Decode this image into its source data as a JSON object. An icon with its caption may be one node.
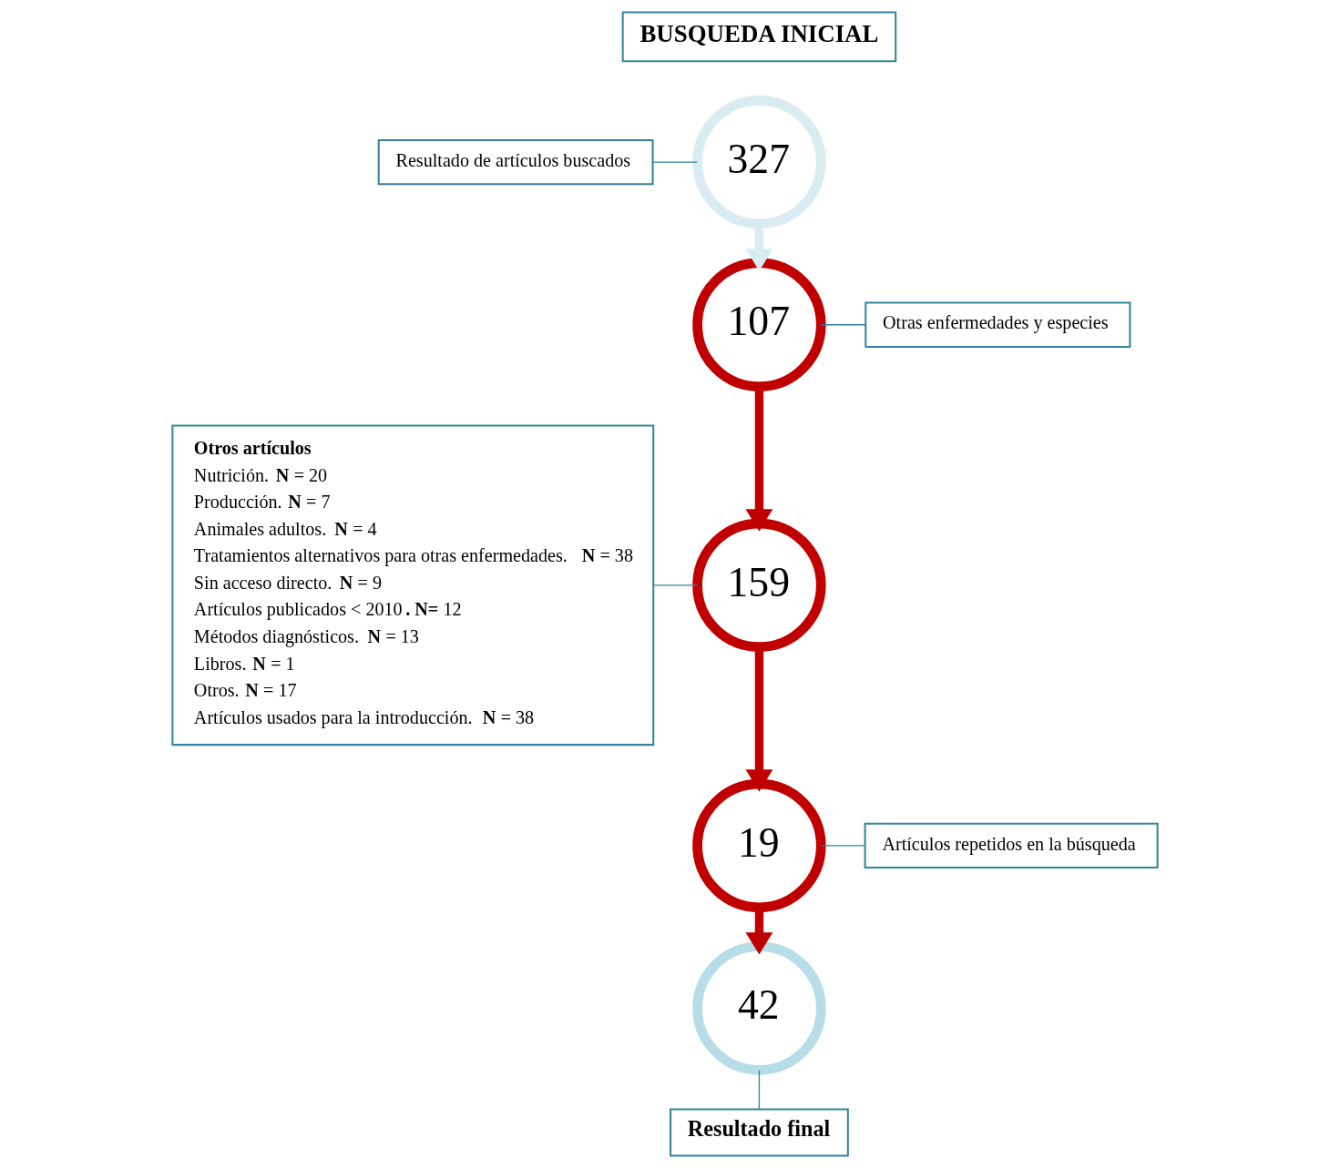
{
  "diagram": {
    "nodes": [
      {
        "text": [
          "BUSQUEDA INICIAL"
        ]
      },
      {
        "text": [
          "Resultado de artículos buscados"
        ]
      },
      {
        "text": [
          "327"
        ]
      },
      {
        "text": [
          "107"
        ]
      },
      {
        "text": [
          "Otras enfermedades y especies"
        ]
      },
      {
        "text": [
          "Otros artículos",
          "Nutrición. **N** = 20",
          "Producción. **N** = 7",
          "Animales adultos. **N** = 4",
          "Tratamientos alternativos para otras enfermedades. **N** = 38",
          "Sin acceso directo. **N** = 9",
          "Artículos publicados < 2010**. N=** 12",
          "Métodos diagnósticos. **N** = 13",
          "Libros. **N** = 1",
          "Otros. **N** = 17",
          "Artículos usados para la introducción. **N** = 38"
        ]
      },
      {
        "text": [
          "159"
        ]
      },
      {
        "text": [
          "19"
        ]
      },
      {
        "text": [
          "Artículos repetidos en la búsqueda"
        ]
      },
      {
        "text": [
          "42"
        ]
      },
      {
        "text": [
          "Resultado final"
        ]
      }
    ],
    "edges": [
      {
        "from": 1,
        "to": 2,
        "arrow": "none"
      },
      {
        "from": 2,
        "to": 3,
        "arrow": "to",
        "style": "thick",
        "color": "#d9ecf2"
      },
      {
        "from": 3,
        "to": 4,
        "arrow": "none"
      },
      {
        "from": 3,
        "to": 6,
        "arrow": "to",
        "style": "thick",
        "color": "#c00000"
      },
      {
        "from": 5,
        "to": 6,
        "arrow": "none"
      },
      {
        "from": 6,
        "to": 7,
        "arrow": "to",
        "style": "thick",
        "color": "#c00000"
      },
      {
        "from": 7,
        "to": 8,
        "arrow": "none"
      },
      {
        "from": 7,
        "to": 9,
        "arrow": "to",
        "style": "thick",
        "color": "#c00000"
      },
      {
        "from": 9,
        "to": 10,
        "arrow": "none"
      }
    ]
  }
}
